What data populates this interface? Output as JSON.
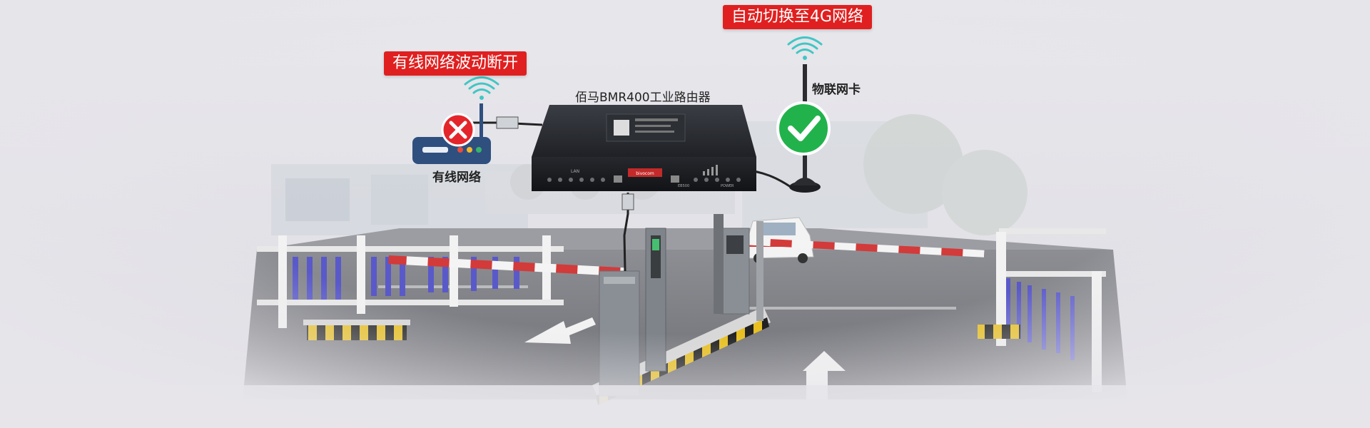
{
  "labels": {
    "auto_switch": "自动切换至4G网络",
    "wired_disconnect": "有线网络波动断开",
    "router_name": "佰马BMR400工业路由器",
    "iot_card": "物联网卡",
    "wired_network": "有线网络"
  },
  "device_print": {
    "brand": "bivocom",
    "lan": "LAN",
    "power": "POWER",
    "model": "EB500"
  },
  "status": {
    "wired": "failed",
    "cellular": "connected"
  },
  "colors": {
    "tag_red": "#e02020",
    "success_green": "#22b24c",
    "error_red": "#e3262b",
    "wifi_teal": "#3fc7c4",
    "router_blue": "#2f4f7f",
    "background": "#e6e5ea"
  }
}
